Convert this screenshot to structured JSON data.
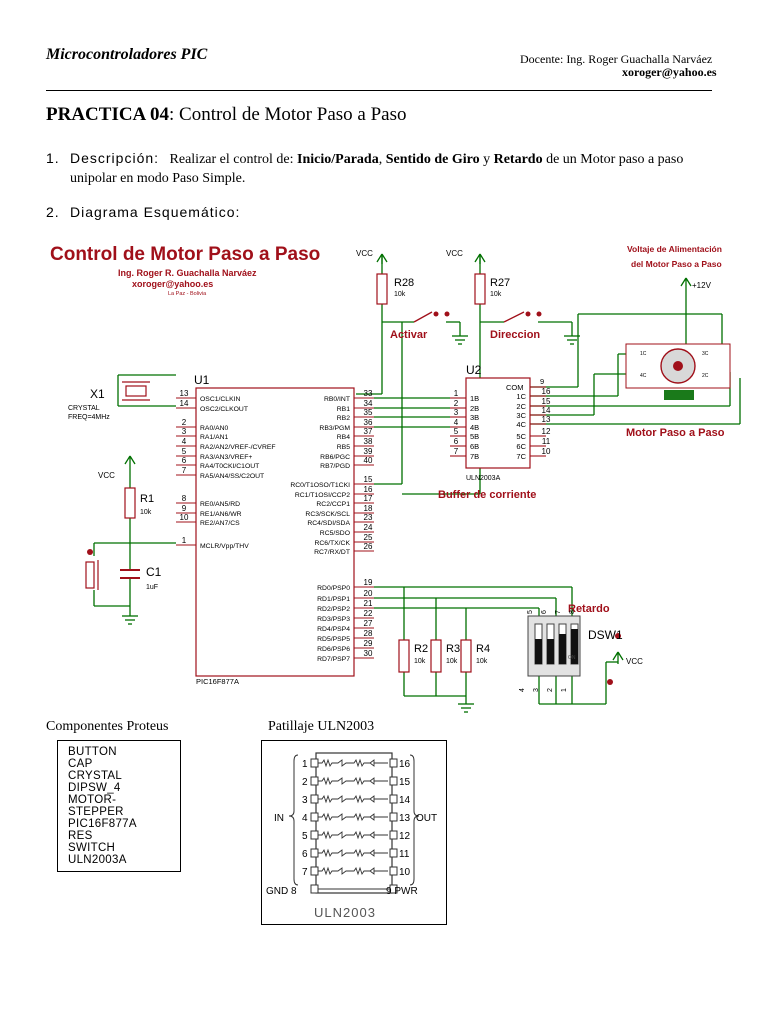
{
  "header": {
    "course": "Microcontroladores PIC",
    "teacher": "Docente: Ing. Roger Guachalla Narváez",
    "email": "xoroger@yahoo.es"
  },
  "practice": {
    "number": "PRACTICA 04",
    "title": "Control de Motor Paso a Paso"
  },
  "items": [
    {
      "num": "1.",
      "label": "Descripción:",
      "text_before": "Realizar el control de: ",
      "bold1": "Inicio/Parada",
      "sep1": ", ",
      "bold2": "Sentido de Giro",
      "sep2": " y ",
      "bold3": "Retardo",
      "text_after": " de un Motor paso a paso unipolar en modo Paso Simple."
    },
    {
      "num": "2.",
      "label": "Diagrama Esquemático:"
    }
  ],
  "schematic": {
    "title": "Control de Motor Paso a Paso",
    "author": "Ing. Roger R. Guachalla Narváez",
    "author_email": "xoroger@yahoo.es",
    "location": "La Paz - Bolivia",
    "vcc": "VCC",
    "r28": "R28",
    "r27": "R27",
    "r_value": "10k",
    "activar": "Activar",
    "direccion": "Direccion",
    "supply_title_1": "Voltaje de Alimentación",
    "supply_title_2": "del Motor Paso a Paso",
    "supply_v": "+12V",
    "x1": "X1",
    "crystal": "CRYSTAL",
    "freq": "FREQ=4MHz",
    "u1": "U1",
    "u2": "U2",
    "r1": "R1",
    "c1": "C1",
    "c1_value": "1uF",
    "r2": "R2",
    "r3": "R3",
    "r4": "R4",
    "pic": "PIC16F877A",
    "uln": "ULN2003A",
    "buffer": "Buffer de corriente",
    "motor": "Motor Paso a Paso",
    "retardo": "Retardo",
    "dsw1": "DSW1",
    "uln_com": "COM",
    "pic_left_pins": [
      {
        "num": "13",
        "name": "OSC1/CLKIN"
      },
      {
        "num": "14",
        "name": "OSC2/CLKOUT"
      },
      {
        "num": "2",
        "name": "RA0/AN0"
      },
      {
        "num": "3",
        "name": "RA1/AN1"
      },
      {
        "num": "4",
        "name": "RA2/AN2/VREF-/CVREF"
      },
      {
        "num": "5",
        "name": "RA3/AN3/VREF+"
      },
      {
        "num": "6",
        "name": "RA4/T0CKI/C1OUT"
      },
      {
        "num": "7",
        "name": "RA5/AN4/SS/C2OUT"
      },
      {
        "num": "8",
        "name": "RE0/AN5/RD"
      },
      {
        "num": "9",
        "name": "RE1/AN6/WR"
      },
      {
        "num": "10",
        "name": "RE2/AN7/CS"
      },
      {
        "num": "1",
        "name": "MCLR/Vpp/THV"
      }
    ],
    "pic_right_pins": [
      {
        "num": "33",
        "name": "RB0/INT"
      },
      {
        "num": "34",
        "name": "RB1"
      },
      {
        "num": "35",
        "name": "RB2"
      },
      {
        "num": "36",
        "name": "RB3/PGM"
      },
      {
        "num": "37",
        "name": "RB4"
      },
      {
        "num": "38",
        "name": "RB5"
      },
      {
        "num": "39",
        "name": "RB6/PGC"
      },
      {
        "num": "40",
        "name": "RB7/PGD"
      },
      {
        "num": "15",
        "name": "RC0/T1OSO/T1CKI"
      },
      {
        "num": "16",
        "name": "RC1/T1OSI/CCP2"
      },
      {
        "num": "17",
        "name": "RC2/CCP1"
      },
      {
        "num": "18",
        "name": "RC3/SCK/SCL"
      },
      {
        "num": "23",
        "name": "RC4/SDI/SDA"
      },
      {
        "num": "24",
        "name": "RC5/SDO"
      },
      {
        "num": "25",
        "name": "RC6/TX/CK"
      },
      {
        "num": "26",
        "name": "RC7/RX/DT"
      },
      {
        "num": "19",
        "name": "RD0/PSP0"
      },
      {
        "num": "20",
        "name": "RD1/PSP1"
      },
      {
        "num": "21",
        "name": "RD2/PSP2"
      },
      {
        "num": "22",
        "name": "RD3/PSP3"
      },
      {
        "num": "27",
        "name": "RD4/PSP4"
      },
      {
        "num": "28",
        "name": "RD5/PSP5"
      },
      {
        "num": "29",
        "name": "RD6/PSP6"
      },
      {
        "num": "30",
        "name": "RD7/PSP7"
      }
    ],
    "uln_left_pins": [
      {
        "num": "1",
        "name": "1B"
      },
      {
        "num": "2",
        "name": "2B"
      },
      {
        "num": "3",
        "name": "3B"
      },
      {
        "num": "4",
        "name": "4B"
      },
      {
        "num": "5",
        "name": "5B"
      },
      {
        "num": "6",
        "name": "6B"
      },
      {
        "num": "7",
        "name": "7B"
      }
    ],
    "uln_right_pins": [
      {
        "num": "16",
        "name": "1C"
      },
      {
        "num": "15",
        "name": "2C"
      },
      {
        "num": "14",
        "name": "3C"
      },
      {
        "num": "13",
        "name": "4C"
      },
      {
        "num": "12",
        "name": "5C"
      },
      {
        "num": "11",
        "name": "6C"
      },
      {
        "num": "10",
        "name": "7C"
      }
    ],
    "uln_com_pin": "9",
    "dip_top_pins": [
      "5",
      "6",
      "7",
      "8"
    ],
    "dip_bottom_pins": [
      "4",
      "3",
      "2",
      "1"
    ],
    "dip_on": "ON"
  },
  "components": {
    "caption": "Componentes Proteus",
    "list": [
      "BUTTON",
      "CAP",
      "CRYSTAL",
      "DIPSW_4",
      "MOTOR-STEPPER",
      "PIC16F877A",
      "RES",
      "SWITCH",
      "ULN2003A"
    ]
  },
  "pinout": {
    "caption": "Patillaje ULN2003",
    "left_pins": [
      "1",
      "2",
      "3",
      "4",
      "5",
      "6",
      "7"
    ],
    "right_pins": [
      "16",
      "15",
      "14",
      "13",
      "12",
      "11",
      "10"
    ],
    "in": "IN",
    "out": "OUT",
    "gnd": "GND 8",
    "pwr": "9 PWR",
    "chip": "ULN2003"
  }
}
